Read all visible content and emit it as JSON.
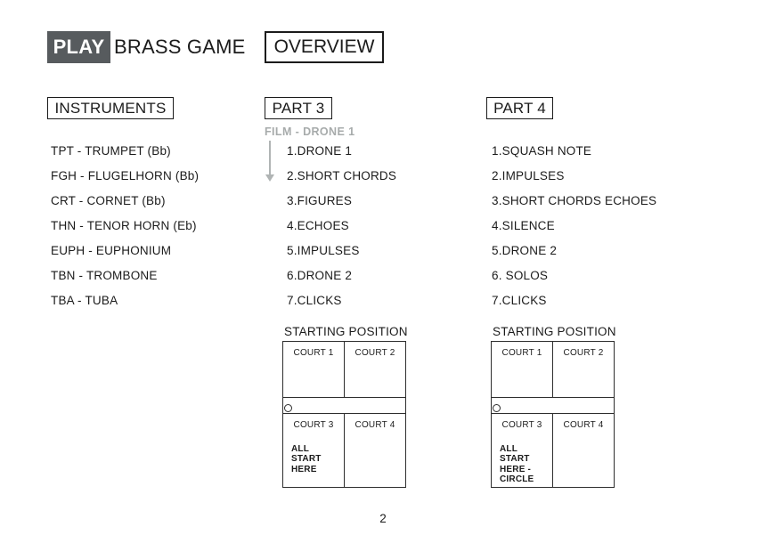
{
  "header": {
    "play": "PLAY",
    "title": "BRASS GAME",
    "overview": "OVERVIEW"
  },
  "instruments": {
    "heading": "INSTRUMENTS",
    "items": [
      "TPT - TRUMPET (Bb)",
      "FGH - FLUGELHORN (Bb)",
      "CRT - CORNET (Bb)",
      "THN - TENOR HORN (Eb)",
      "EUPH - EUPHONIUM",
      "TBN - TROMBONE",
      "TBA - TUBA"
    ]
  },
  "part3": {
    "heading": "PART 3",
    "film_label": "FILM - DRONE 1",
    "items": [
      "1.DRONE 1",
      "2.SHORT CHORDS",
      "3.FIGURES",
      "4.ECHOES",
      "5.IMPULSES",
      "6.DRONE 2",
      "7.CLICKS"
    ],
    "starting_title": "STARTING POSITION",
    "courts": [
      "COURT 1",
      "COURT 2",
      "COURT 3",
      "COURT 4"
    ],
    "note": "ALL\nSTART\nHERE"
  },
  "part4": {
    "heading": "PART 4",
    "items": [
      "1.SQUASH NOTE",
      "2.IMPULSES",
      "3.SHORT CHORDS ECHOES",
      "4.SILENCE",
      "5.DRONE 2",
      "6. SOLOS",
      "7.CLICKS"
    ],
    "starting_title": "STARTING POSITION",
    "courts": [
      "COURT 1",
      "COURT 2",
      "COURT 3",
      "COURT 4"
    ],
    "note": "ALL\nSTART\nHERE -\nCIRCLE"
  },
  "footer": {
    "page_number": "2"
  },
  "colors": {
    "play_badge_bg": "#575b5e",
    "muted_gray": "#a7abab",
    "line_dark": "#2e2e2e"
  }
}
